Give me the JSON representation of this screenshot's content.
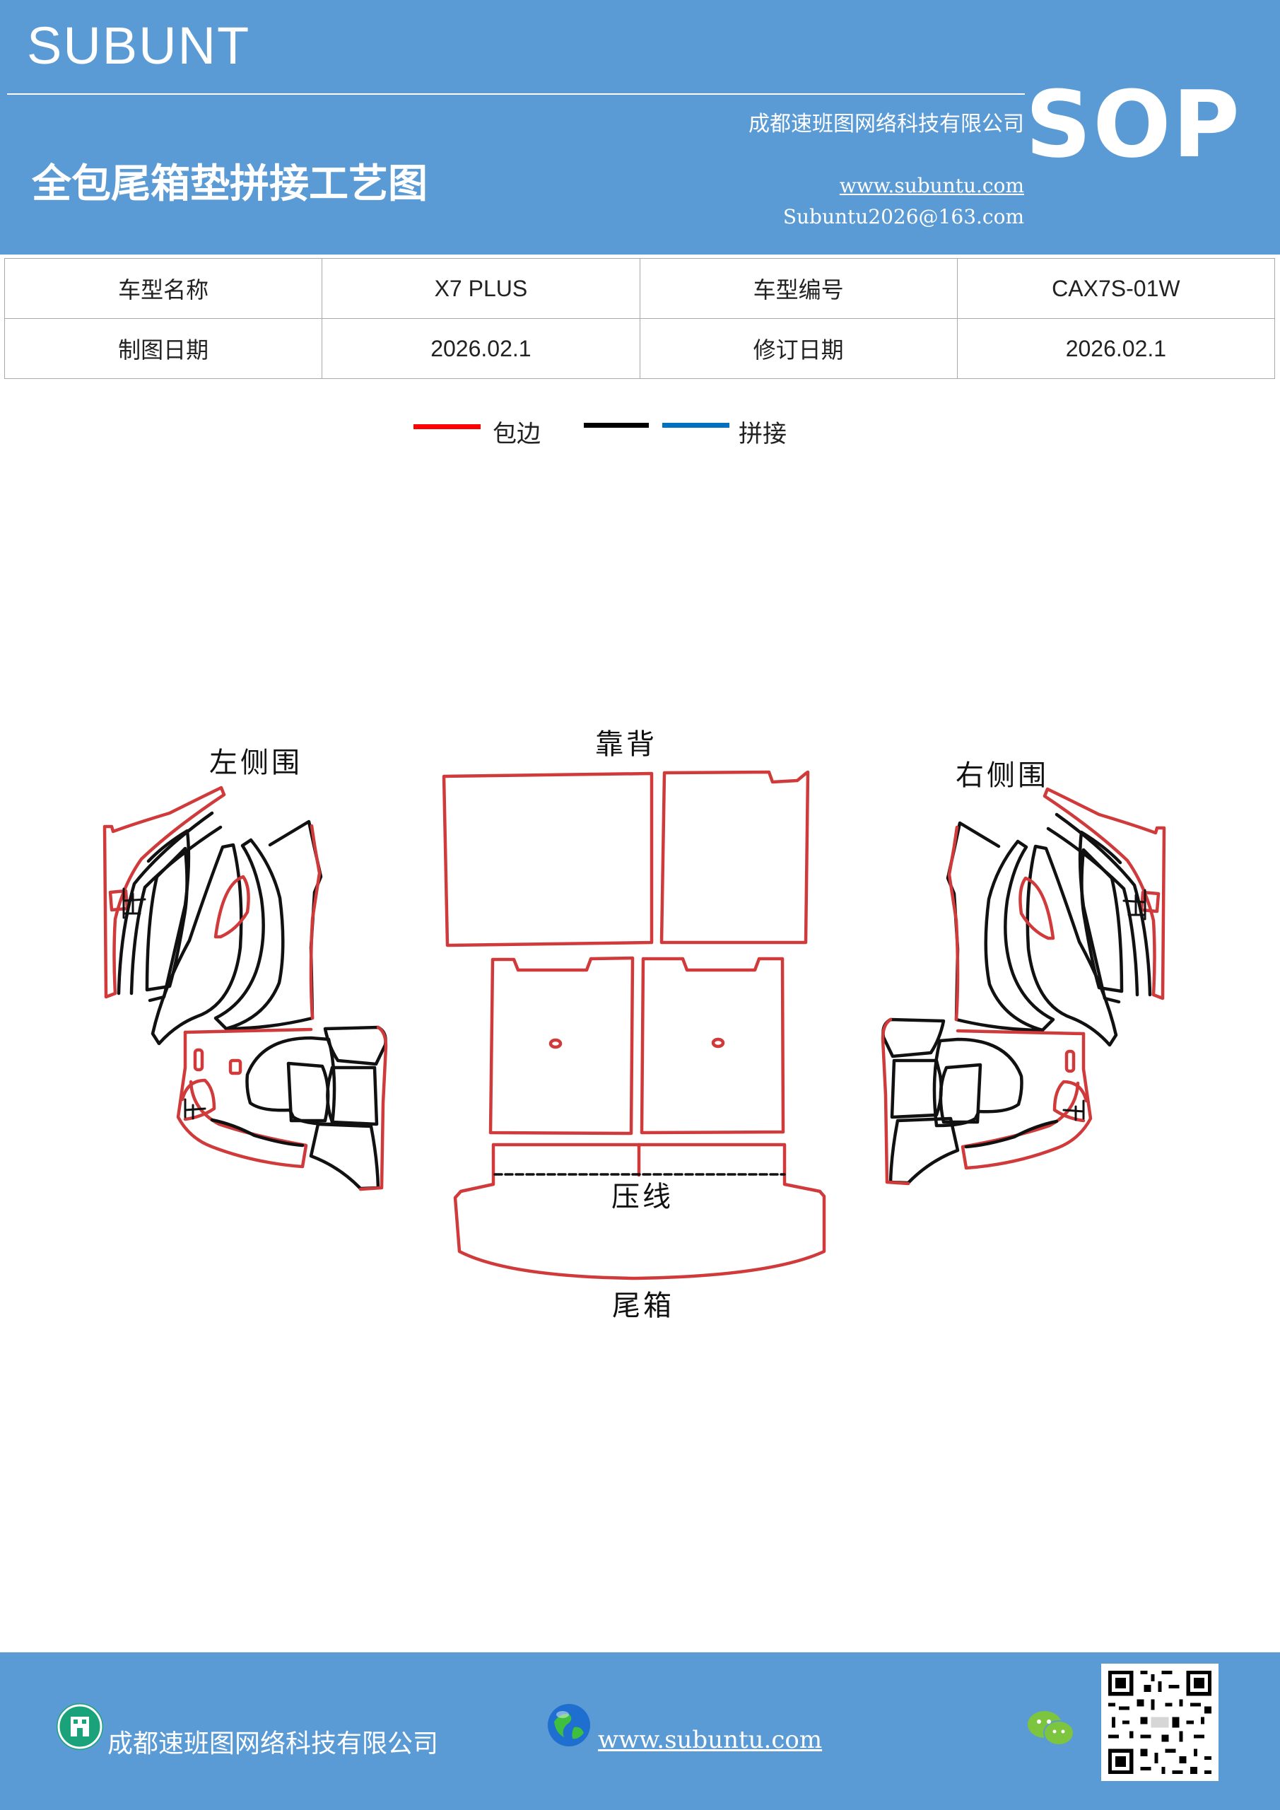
{
  "header": {
    "brand": "SUBUNT",
    "company": "成都速班图网络科技有限公司",
    "title": "全包尾箱垫拼接工艺图",
    "website": "www.subuntu.com",
    "email": "Subuntu2026@163.com",
    "badge": "SOP"
  },
  "info_table": {
    "rows": [
      {
        "label1": "车型名称",
        "value1": "X7  PLUS",
        "label2": "车型编号",
        "value2": "CAX7S-01W"
      },
      {
        "label1": "制图日期",
        "value1": "2026.02.1",
        "label2": "修订日期",
        "value2": "2026.02.1"
      }
    ]
  },
  "legend": {
    "items": [
      {
        "label": "包边",
        "color": "#ff0000"
      },
      {
        "label": "拼接",
        "colors": [
          "#000000",
          "#0070c0"
        ]
      }
    ]
  },
  "diagram": {
    "labels": {
      "left_side": "左侧围",
      "backrest": "靠背",
      "right_side": "右侧围",
      "press_line": "压线",
      "trunk": "尾箱"
    },
    "colors": {
      "edge": "#d03a3a",
      "seam": "#000000"
    }
  },
  "footer": {
    "company": "成都速班图网络科技有限公司",
    "website": "www.subuntu.com",
    "icons": [
      "building-icon",
      "globe-icon",
      "wechat-icon",
      "qr-code"
    ]
  }
}
